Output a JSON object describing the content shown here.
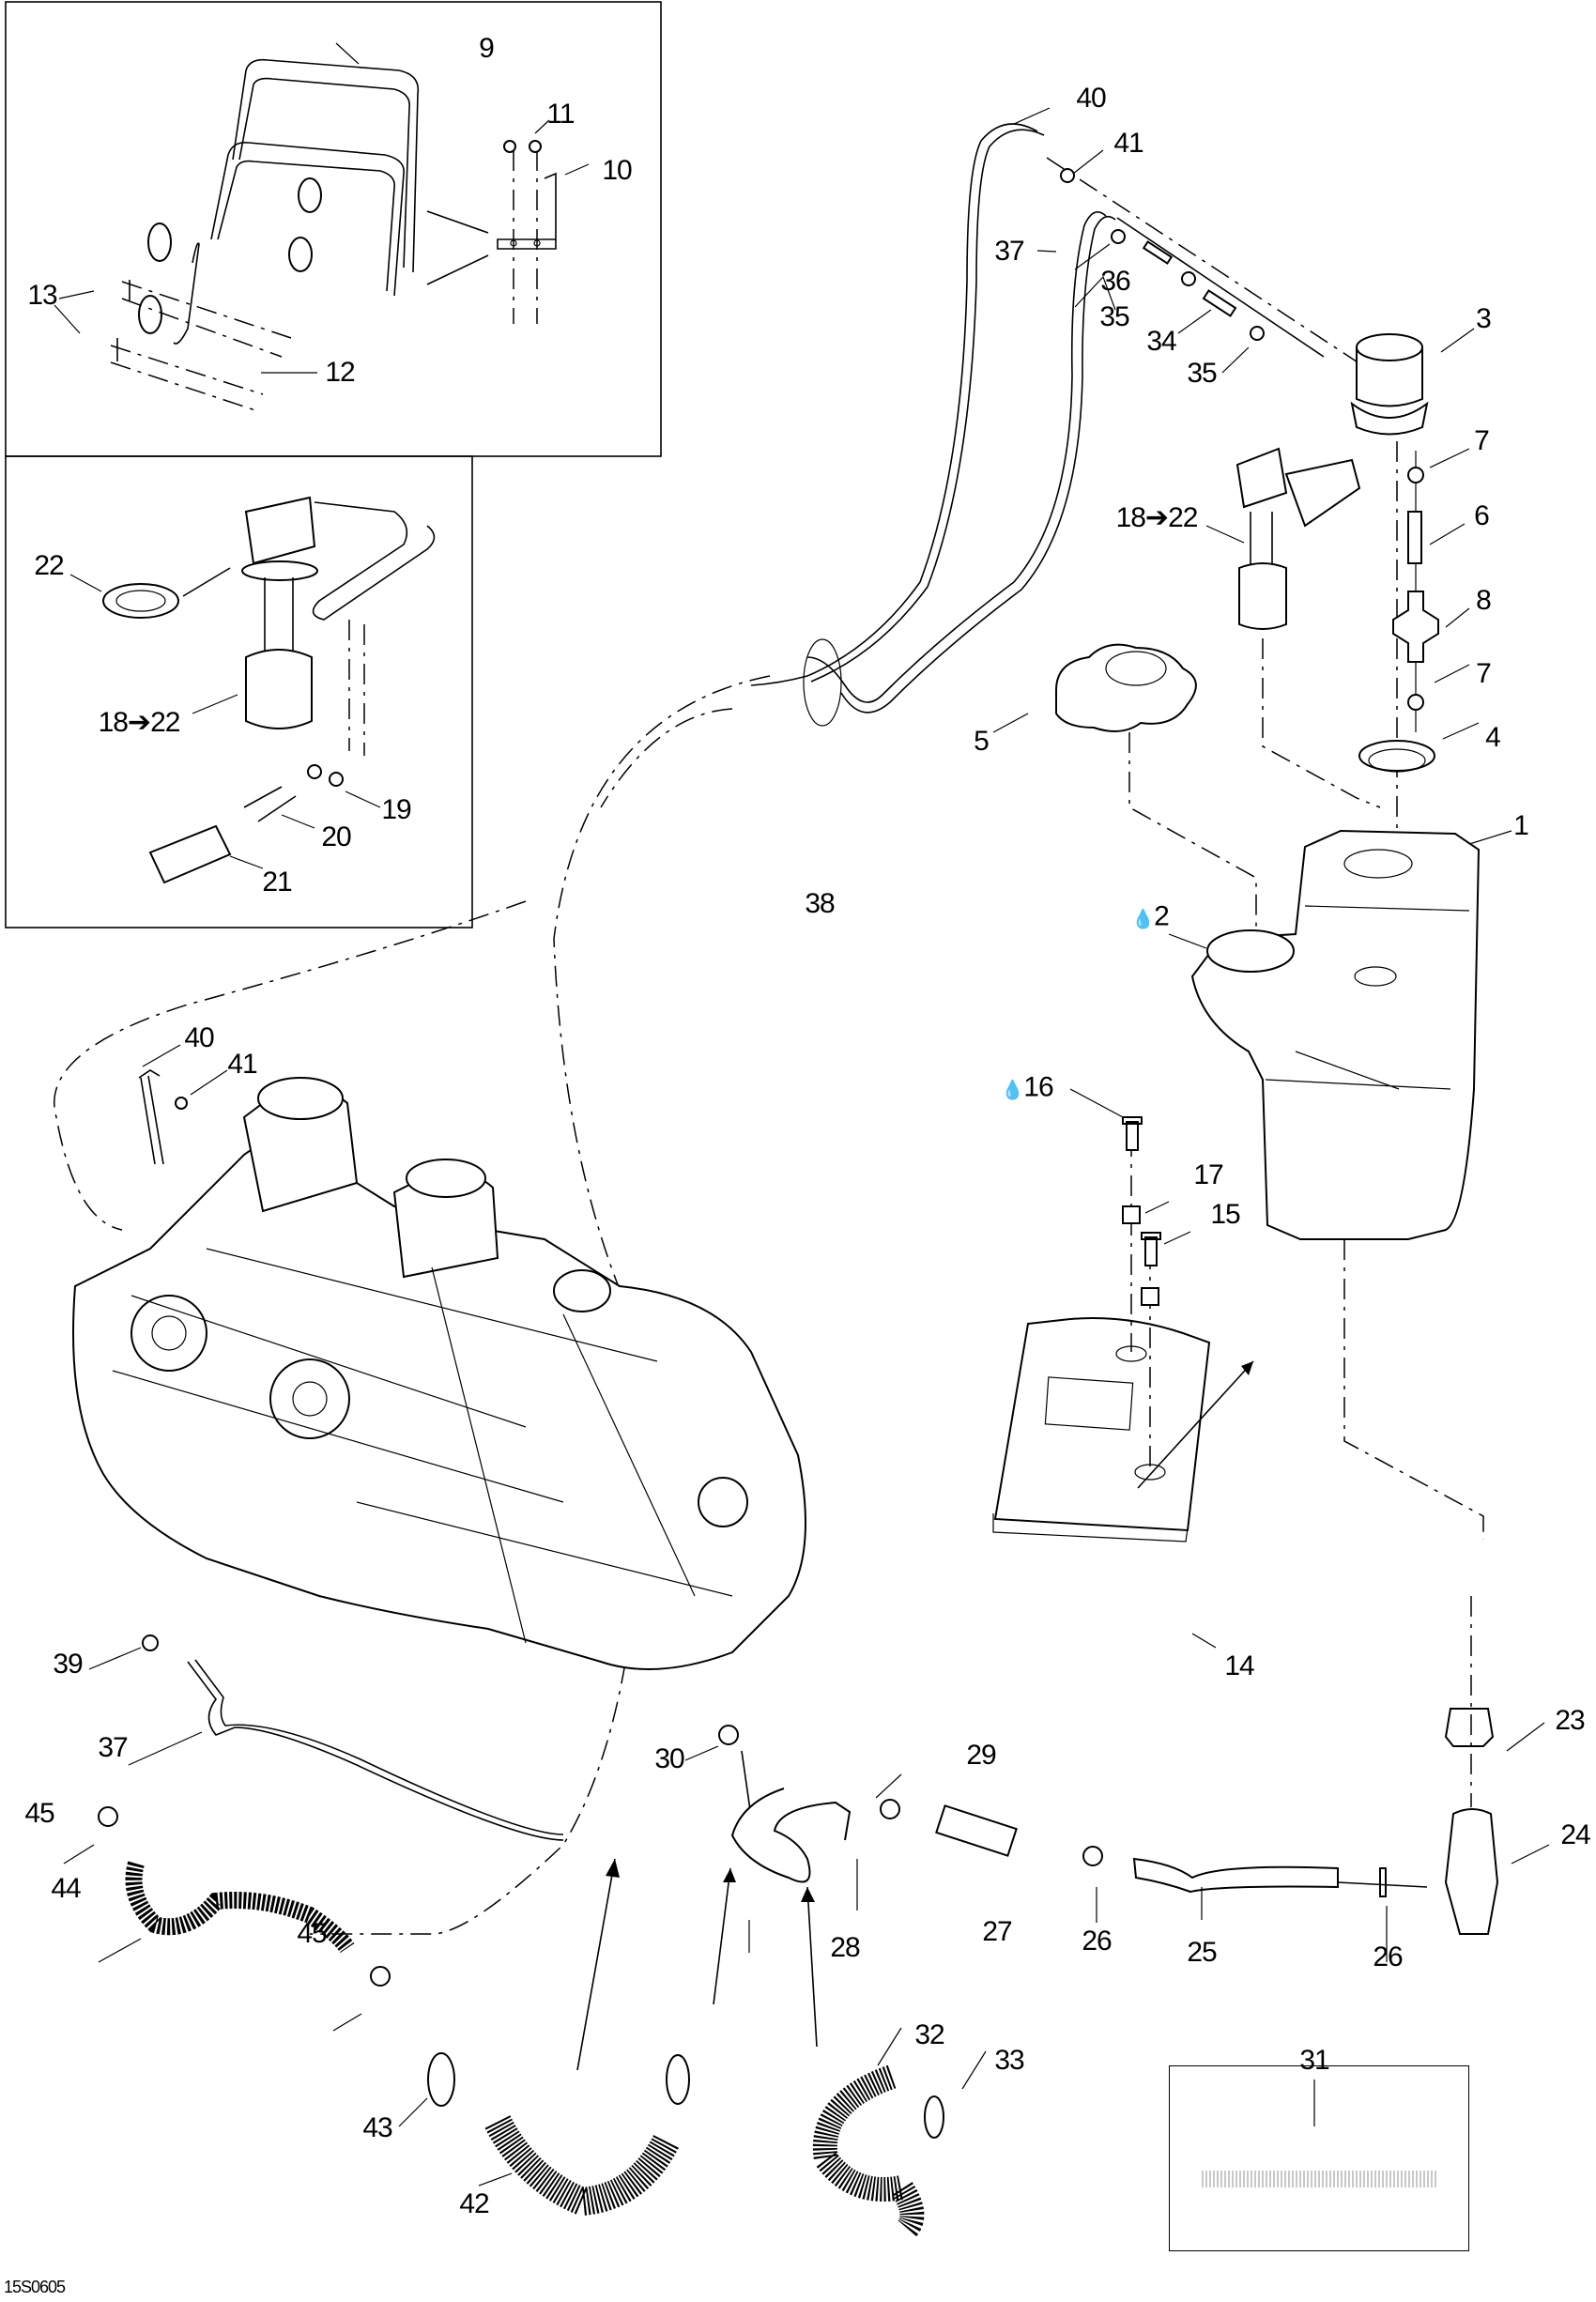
{
  "diagram": {
    "title": "Oil tank / oil system exploded parts view",
    "figure_code": "15S0605",
    "callouts": [
      {
        "id": "c9",
        "text": "9"
      },
      {
        "id": "c11",
        "text": "11"
      },
      {
        "id": "c10",
        "text": "10"
      },
      {
        "id": "c13",
        "text": "13"
      },
      {
        "id": "c12",
        "text": "12"
      },
      {
        "id": "c22a",
        "text": "22"
      },
      {
        "id": "c18a",
        "text": "18➔22"
      },
      {
        "id": "c19",
        "text": "19"
      },
      {
        "id": "c20",
        "text": "20"
      },
      {
        "id": "c21",
        "text": "21"
      },
      {
        "id": "c40a",
        "text": "40"
      },
      {
        "id": "c41a",
        "text": "41"
      },
      {
        "id": "c37a",
        "text": "37"
      },
      {
        "id": "c36",
        "text": "36"
      },
      {
        "id": "c35a",
        "text": "35"
      },
      {
        "id": "c34",
        "text": "34"
      },
      {
        "id": "c35b",
        "text": "35"
      },
      {
        "id": "c3",
        "text": "3"
      },
      {
        "id": "c7a",
        "text": "7"
      },
      {
        "id": "c6",
        "text": "6"
      },
      {
        "id": "c8",
        "text": "8"
      },
      {
        "id": "c7b",
        "text": "7"
      },
      {
        "id": "c4",
        "text": "4"
      },
      {
        "id": "c1",
        "text": "1"
      },
      {
        "id": "c18b",
        "text": "18➔22"
      },
      {
        "id": "c5",
        "text": "5"
      },
      {
        "id": "c38",
        "text": "38"
      },
      {
        "id": "c2",
        "text": "2",
        "icon": "oil-drop-icon"
      },
      {
        "id": "c16",
        "text": "16",
        "icon": "oil-drop-icon"
      },
      {
        "id": "c17",
        "text": "17"
      },
      {
        "id": "c15",
        "text": "15"
      },
      {
        "id": "c14",
        "text": "14"
      },
      {
        "id": "c40b",
        "text": "40"
      },
      {
        "id": "c41b",
        "text": "41"
      },
      {
        "id": "c39",
        "text": "39"
      },
      {
        "id": "c37b",
        "text": "37"
      },
      {
        "id": "c45a",
        "text": "45"
      },
      {
        "id": "c44",
        "text": "44"
      },
      {
        "id": "c45b",
        "text": "45"
      },
      {
        "id": "c30",
        "text": "30"
      },
      {
        "id": "c29",
        "text": "29"
      },
      {
        "id": "c28",
        "text": "28"
      },
      {
        "id": "c27",
        "text": "27"
      },
      {
        "id": "c26a",
        "text": "26"
      },
      {
        "id": "c25",
        "text": "25"
      },
      {
        "id": "c26b",
        "text": "26"
      },
      {
        "id": "c23",
        "text": "23"
      },
      {
        "id": "c24",
        "text": "24"
      },
      {
        "id": "c43",
        "text": "43"
      },
      {
        "id": "c42",
        "text": "42"
      },
      {
        "id": "c32",
        "text": "32"
      },
      {
        "id": "c33",
        "text": "33"
      },
      {
        "id": "c31",
        "text": "31"
      }
    ],
    "drop_glyph": "💧"
  }
}
